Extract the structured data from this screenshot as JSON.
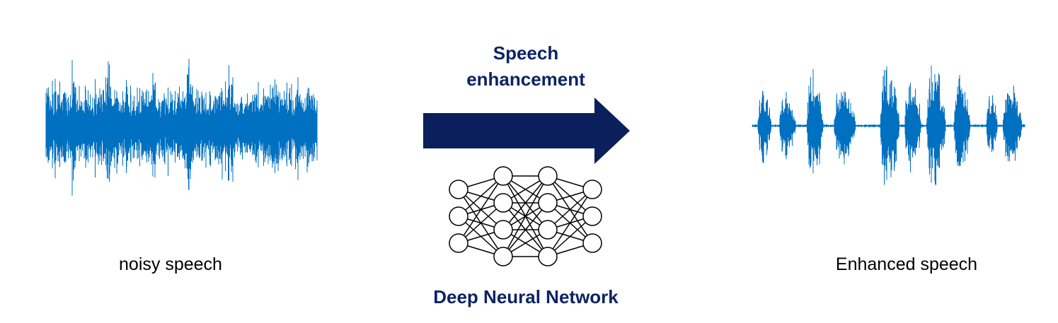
{
  "diagram": {
    "input_label": "noisy speech",
    "output_label": "Enhanced speech",
    "process_title_line1": "Speech",
    "process_title_line2": "enhancement",
    "model_label": "Deep Neural Network",
    "network_layers": [
      3,
      4,
      4,
      3
    ],
    "colors": {
      "waveform": "#0070c0",
      "arrow": "#0a1f5c",
      "title_text": "#0d2463"
    }
  }
}
